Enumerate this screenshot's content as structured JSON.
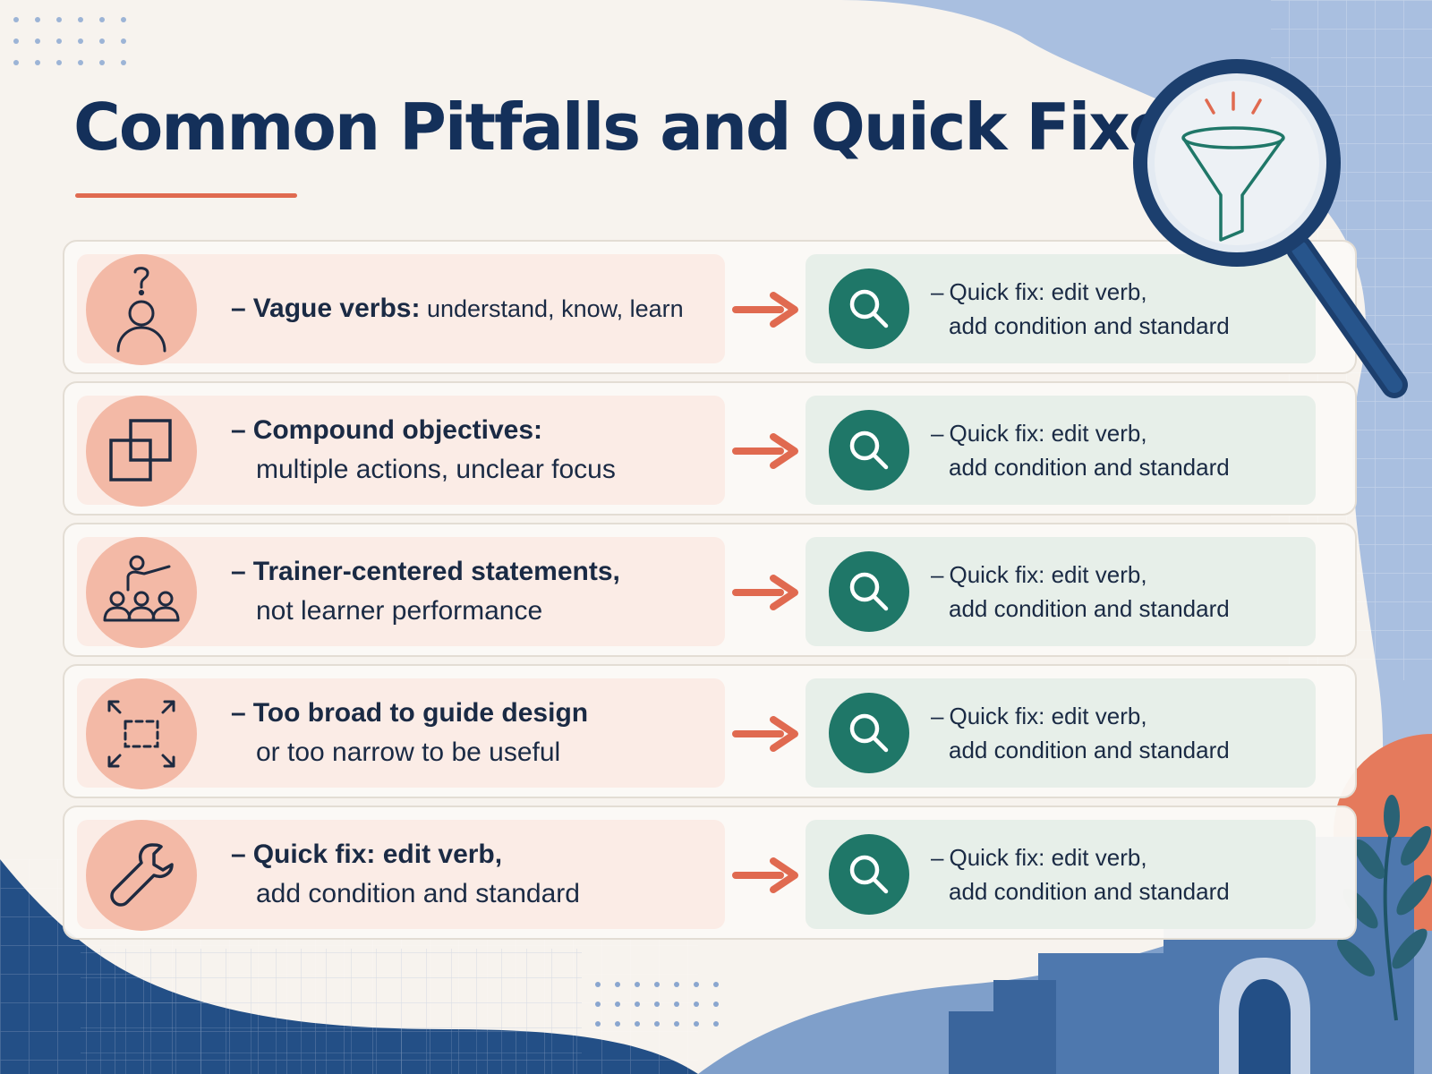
{
  "title": "Common Pitfalls and Quick Fixes",
  "colors": {
    "title": "#14305a",
    "accent": "#e06a50",
    "pitfall_card": "#fbece6",
    "pitfall_icon_bg": "#f3b9a6",
    "fix_card": "#e7efe9",
    "fix_icon_bg": "#1f7768",
    "background_blue": "#a9bfe0",
    "dark_blue": "#2c5a8c"
  },
  "magnifier_icon": "funnel-icon",
  "rows": [
    {
      "icon": "confused-person-icon",
      "pitfall_dash": "–",
      "pitfall_lead": "Vague verbs:",
      "pitfall_rest": " understand, know, learn",
      "pitfall_line2": "",
      "fix_icon": "search-icon",
      "fix_dash": "–",
      "fix_line1": "Quick fix: edit verb,",
      "fix_line2": "add condition and standard"
    },
    {
      "icon": "overlapping-squares-icon",
      "pitfall_dash": "–",
      "pitfall_lead": "Compound objectives:",
      "pitfall_rest": "",
      "pitfall_line2": "multiple actions, unclear focus",
      "fix_icon": "search-icon",
      "fix_dash": "–",
      "fix_line1": "Quick fix: edit verb,",
      "fix_line2": "add condition and standard"
    },
    {
      "icon": "presenter-audience-icon",
      "pitfall_dash": "–",
      "pitfall_lead": "Trainer-centered statements,",
      "pitfall_rest": "",
      "pitfall_line2": "not learner performance",
      "fix_icon": "search-icon",
      "fix_dash": "–",
      "fix_line1": "Quick fix: edit verb,",
      "fix_line2": "add condition and standard"
    },
    {
      "icon": "expand-frame-icon",
      "pitfall_dash": "–",
      "pitfall_lead": "Too broad to guide design",
      "pitfall_rest": "",
      "pitfall_line2": "or too narrow to be useful",
      "fix_icon": "search-icon",
      "fix_dash": "–",
      "fix_line1": "Quick fix: edit verb,",
      "fix_line2": "add condition and standard"
    },
    {
      "icon": "wrench-icon",
      "pitfall_dash": "–",
      "pitfall_lead": "Quick fix: edit verb,",
      "pitfall_rest": "",
      "pitfall_line2": "add condition and standard",
      "fix_icon": "search-icon",
      "fix_dash": "–",
      "fix_line1": "Quick fix: edit verb,",
      "fix_line2": "add condition and standard"
    }
  ]
}
